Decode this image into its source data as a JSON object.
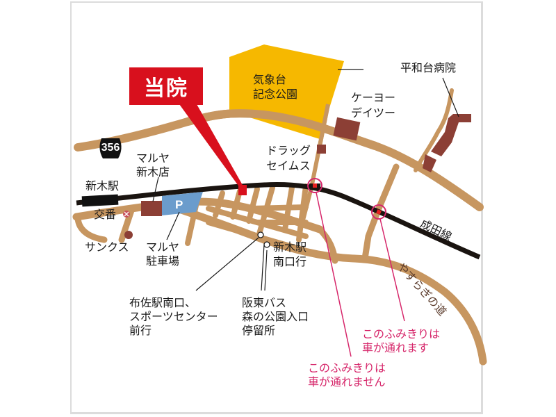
{
  "map": {
    "colors": {
      "road": "#c79660",
      "railway": "#1a1410",
      "building": "#8c3f35",
      "park": "#f6b800",
      "parking": "#6b9ccc",
      "hospital_marker": "#d8101d",
      "crossing_note": "#d6266a"
    },
    "target": {
      "label": "当院"
    },
    "route": {
      "number": "356"
    },
    "landmarks": {
      "park": "気象台\n記念公園",
      "keiyo": "ケーヨー\nデイツー",
      "heiwadai_hospital": "平和台病院",
      "drugstore": "ドラッグ\nセイムス",
      "maruya_store": "マルヤ\n新木店",
      "station": "新木駅",
      "police_box": "交番",
      "sunkus": "サンクス",
      "maruya_parking": "マルヤ\n駐車場",
      "parking_symbol": "P",
      "narita_line": "成田線",
      "yasuragi_road": "やすらぎの道"
    },
    "bus_stops": {
      "to_arai_station": "新木駅\n南口行",
      "to_fusa_station": "布佐駅南口、\nスポーツセンター\n前行",
      "hanto_bus": "阪東バス\n森の公園入口\n停留所"
    },
    "crossings": {
      "no_cars": "このふみきりは\n車が通れません",
      "cars_ok": "このふみきりは\n車が通れます"
    }
  }
}
